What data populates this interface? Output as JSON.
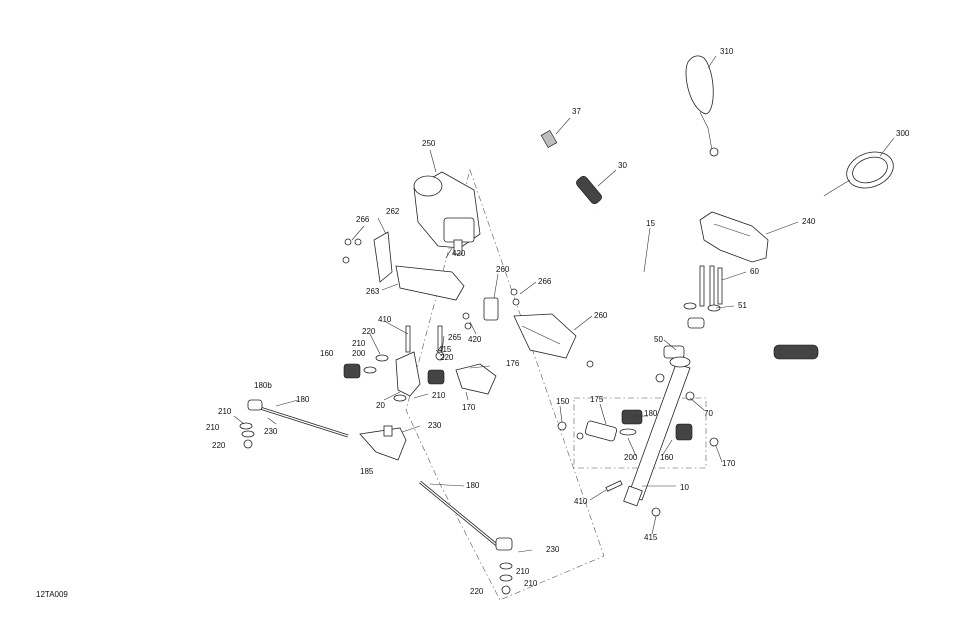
{
  "figure_code": "12TA009",
  "callouts": {
    "c310": "310",
    "c300": "300",
    "c37": "37",
    "c30": "30",
    "c15": "15",
    "c240": "240",
    "c60": "60",
    "c51": "51",
    "c50": "50",
    "c250": "250",
    "c262": "262",
    "c266a": "266",
    "c420a": "420",
    "c263": "263",
    "c260a": "260",
    "c266b": "266",
    "c420b": "420",
    "c260b": "260",
    "c410a": "410",
    "c220a": "220",
    "c210a": "210",
    "c200a": "200",
    "c160a": "160",
    "c415a": "415",
    "c265": "265",
    "c220b": "220",
    "c176": "176",
    "c20": "20",
    "c210b": "210",
    "c170a": "170",
    "c180b": "180b",
    "c180a": "180",
    "c210c": "210",
    "c210d": "210",
    "c230a": "230",
    "c220c": "220",
    "c230b": "230",
    "c185": "185",
    "c180c": "180",
    "c150": "150",
    "c175": "175",
    "c180d": "180",
    "c70": "70",
    "c200b": "200",
    "c160b": "160",
    "c170b": "170",
    "c10": "10",
    "c410b": "410",
    "c415b": "415",
    "c230c": "230",
    "c210e": "210",
    "c210f": "210",
    "c220d": "220"
  }
}
